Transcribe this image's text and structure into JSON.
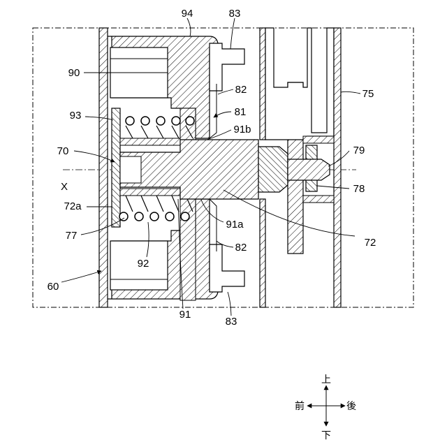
{
  "labels": {
    "l94": "94",
    "l83_top": "83",
    "l90": "90",
    "l82_top": "82",
    "l75": "75",
    "l93": "93",
    "l81": "81",
    "l91b": "91b",
    "l79": "79",
    "l70": "70",
    "lX": "X",
    "l78": "78",
    "l72a": "72a",
    "l91a": "91a",
    "l72": "72",
    "l77": "77",
    "l82_bot": "82",
    "l92": "92",
    "l60": "60",
    "l91": "91",
    "l83_bot": "83"
  },
  "direction": {
    "up": "上",
    "down": "下",
    "front": "前",
    "back": "後"
  }
}
